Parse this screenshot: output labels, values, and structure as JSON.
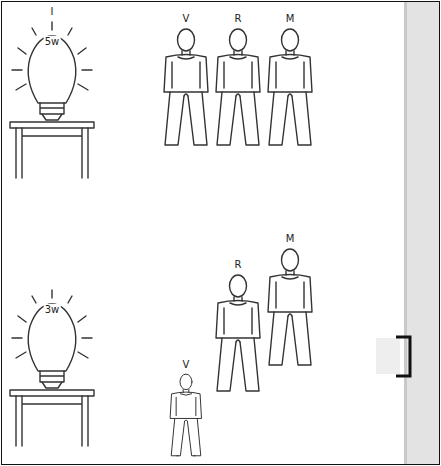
{
  "diagram": {
    "labels": [
      "I",
      "5w",
      "V",
      "R",
      "M",
      "3w",
      "V",
      "R",
      "M"
    ]
  }
}
